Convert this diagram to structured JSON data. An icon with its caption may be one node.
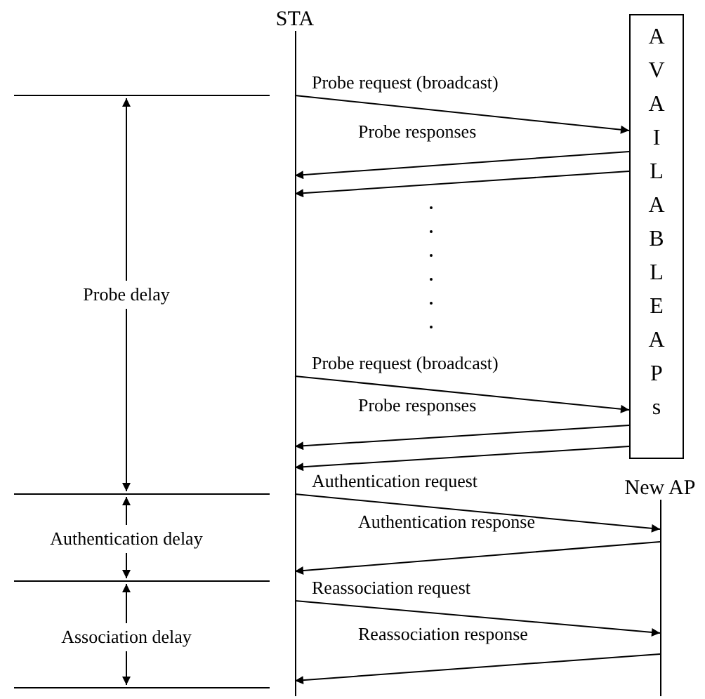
{
  "diagram": {
    "nodes": [
      {
        "text": [
          "STA"
        ]
      },
      {
        "text": [
          "AVAILABLE APs"
        ]
      },
      {
        "text": [
          "New AP"
        ]
      }
    ],
    "edges": [
      {
        "from": 0,
        "to": 1,
        "arrow": "to",
        "label": "Probe request (broadcast)"
      },
      {
        "from": 1,
        "to": 0,
        "arrow": "to",
        "label": "Probe responses"
      },
      {
        "from": 1,
        "to": 0,
        "arrow": "to"
      },
      {
        "from": 0,
        "to": 1,
        "arrow": "to",
        "label": "Probe request (broadcast)"
      },
      {
        "from": 1,
        "to": 0,
        "arrow": "to",
        "label": "Probe responses"
      },
      {
        "from": 1,
        "to": 0,
        "arrow": "to"
      },
      {
        "from": 0,
        "to": 2,
        "arrow": "to",
        "label": "Authentication request"
      },
      {
        "from": 2,
        "to": 0,
        "arrow": "to",
        "label": "Authentication response"
      },
      {
        "from": 0,
        "to": 2,
        "arrow": "to",
        "label": "Reassociation request"
      },
      {
        "from": 2,
        "to": 0,
        "arrow": "to",
        "label": "Reassociation response"
      }
    ],
    "labels": [
      "Probe delay",
      "Authentication delay",
      "Association delay"
    ]
  }
}
